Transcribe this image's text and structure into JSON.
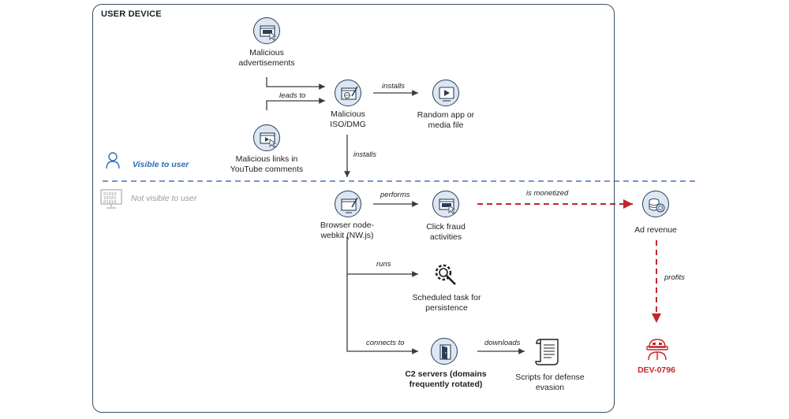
{
  "container": {
    "title": "USER DEVICE"
  },
  "zones": {
    "visible": "Visible to user",
    "not_visible": "Not visible to user"
  },
  "nodes": {
    "malicious_ads": "Malicious\nadvertisements",
    "malicious_links": "Malicious links in\nYouTube comments",
    "iso_dmg": "Malicious\nISO/DMG",
    "random_app": "Random app or\nmedia file",
    "browser": "Browser node-\nwebkit (NW.js)",
    "click_fraud": "Click fraud\nactivities",
    "scheduled_task": "Scheduled task for\npersistence",
    "c2": "C2 servers (domains\nfrequently rotated)",
    "scripts": "Scripts for defense\nevasion",
    "ad_revenue": "Ad revenue",
    "dev": "DEV-0796"
  },
  "edges": {
    "leads_to": "leads to",
    "installs_1": "installs",
    "installs_2": "installs",
    "performs": "performs",
    "runs": "runs",
    "connects_to": "connects to",
    "downloads": "downloads",
    "is_monetized": "is monetized",
    "profits": "profits"
  },
  "colors": {
    "outline": "#3b4f66",
    "icon_fill": "#dde7f3",
    "dashed_divider": "#4a72c4",
    "red_accent": "#c4262e",
    "visible_text": "#2f6fb5",
    "muted_text": "#9a9a9a"
  },
  "icons": {
    "malicious_ads": "browser-ad-cursor-icon",
    "malicious_links": "video-link-cursor-icon",
    "iso_dmg": "globe-window-icon",
    "random_app": "play-icon",
    "browser": "browser-window-icon",
    "click_fraud": "ad-click-icon",
    "scheduled_task": "gear-search-icon",
    "c2": "door-exit-icon",
    "scripts": "scroll-icon",
    "ad_revenue": "coins-icon",
    "dev": "hacker-icon",
    "visible": "person-icon",
    "not_visible": "binary-monitor-icon"
  }
}
